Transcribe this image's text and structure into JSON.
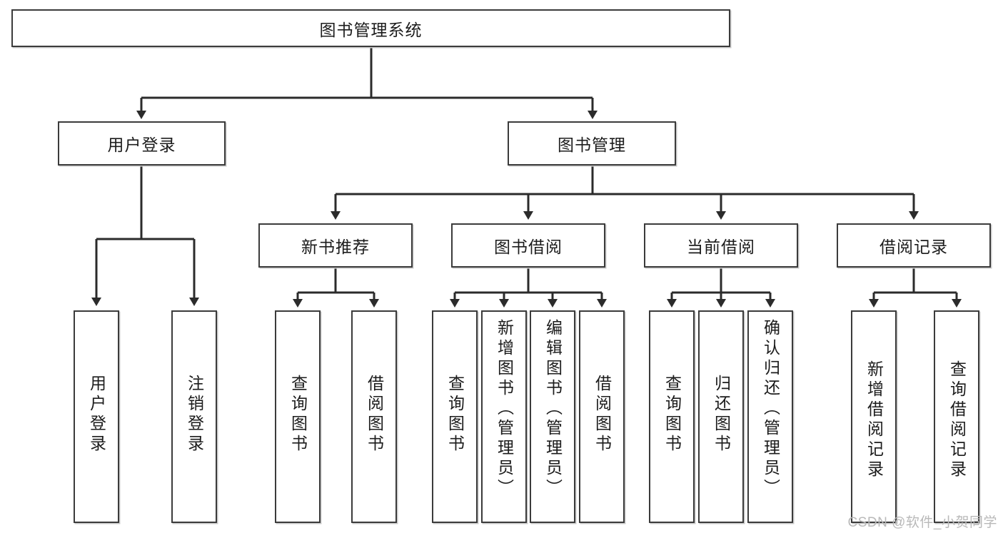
{
  "diagram": {
    "title": "图书管理系统",
    "type": "hierarchy-tree",
    "root": {
      "label": "图书管理系统"
    },
    "level2": [
      {
        "label": "用户登录"
      },
      {
        "label": "图书管理"
      }
    ],
    "level3": [
      {
        "label": "新书推荐"
      },
      {
        "label": "图书借阅"
      },
      {
        "label": "当前借阅"
      },
      {
        "label": "借阅记录"
      }
    ],
    "leaves": {
      "user_login": [
        {
          "label": "用户登录"
        },
        {
          "label": "注销登录"
        }
      ],
      "new_book_recommend": [
        {
          "label": "查询图书"
        },
        {
          "label": "借阅图书"
        }
      ],
      "book_borrow": [
        {
          "label": "查询图书"
        },
        {
          "label": "新增图书（管理员）"
        },
        {
          "label": "编辑图书（管理员）"
        },
        {
          "label": "借阅图书"
        }
      ],
      "current_borrow": [
        {
          "label": "查询图书"
        },
        {
          "label": "归还图书"
        },
        {
          "label": "确认归还（管理员）"
        }
      ],
      "borrow_record": [
        {
          "label": "新增借阅记录"
        },
        {
          "label": "查询借阅记录"
        }
      ]
    }
  },
  "watermark": {
    "text": "CSDN @软件_小贺同学"
  },
  "colors": {
    "border": "#3b3b3b",
    "background": "#ffffff",
    "text": "#1c1c1c",
    "watermark": "#b9b9b9"
  }
}
